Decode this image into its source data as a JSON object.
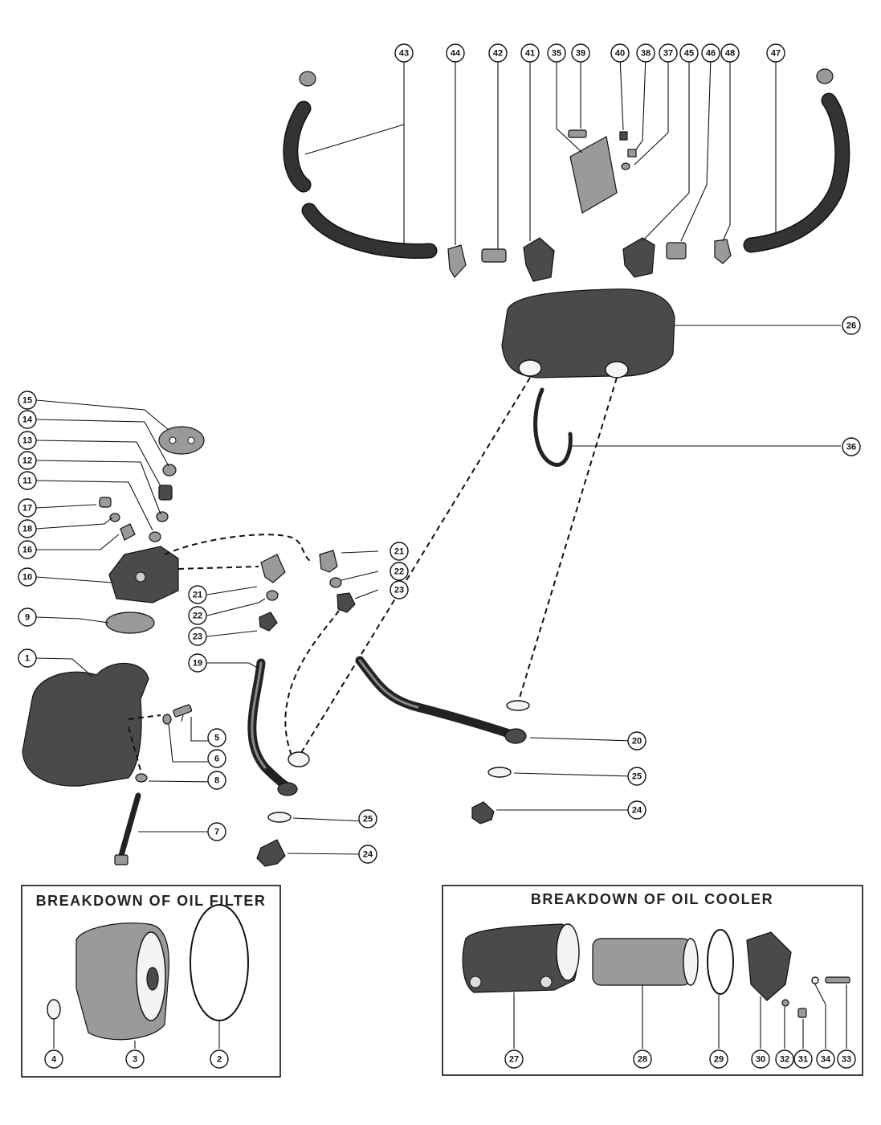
{
  "callouts": [
    "43",
    "44",
    "42",
    "41",
    "35",
    "39",
    "40",
    "38",
    "37",
    "45",
    "46",
    "48",
    "47",
    "26",
    "36",
    "15",
    "14",
    "13",
    "12",
    "11",
    "17",
    "18",
    "16",
    "10",
    "9",
    "1",
    "21",
    "22",
    "23",
    "21",
    "22",
    "23",
    "19",
    "20",
    "25",
    "24",
    "5",
    "6",
    "8",
    "7",
    "25",
    "24",
    "4",
    "3",
    "2",
    "27",
    "28",
    "29",
    "30",
    "32",
    "31",
    "34",
    "33"
  ],
  "boxes": {
    "oil_filter_title": "BREAKDOWN OF OIL FILTER",
    "oil_cooler_title": "BREAKDOWN OF OIL COOLER"
  }
}
